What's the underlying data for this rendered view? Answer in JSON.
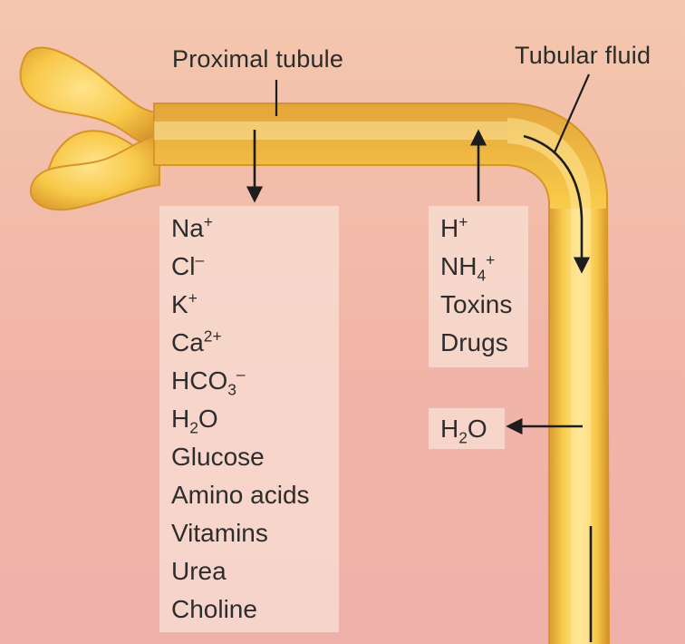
{
  "labels": {
    "proximal_tubule": "Proximal tubule",
    "tubular_fluid": "Tubular fluid"
  },
  "reabsorbed": [
    {
      "name": "sodium-ion",
      "parts": [
        {
          "t": "Na"
        },
        {
          "t": "+",
          "s": "sup"
        }
      ]
    },
    {
      "name": "chloride-ion",
      "parts": [
        {
          "t": "Cl"
        },
        {
          "t": "–",
          "s": "sup"
        }
      ]
    },
    {
      "name": "potassium-ion",
      "parts": [
        {
          "t": "K"
        },
        {
          "t": "+",
          "s": "sup"
        }
      ]
    },
    {
      "name": "calcium-ion",
      "parts": [
        {
          "t": "Ca"
        },
        {
          "t": "2+",
          "s": "sup"
        }
      ]
    },
    {
      "name": "bicarbonate-ion",
      "parts": [
        {
          "t": "HCO"
        },
        {
          "t": "3",
          "s": "sub"
        },
        {
          "t": "–",
          "s": "sup"
        }
      ]
    },
    {
      "name": "water",
      "parts": [
        {
          "t": "H"
        },
        {
          "t": "2",
          "s": "sub"
        },
        {
          "t": "O"
        }
      ]
    },
    {
      "name": "glucose",
      "parts": [
        {
          "t": "Glucose"
        }
      ]
    },
    {
      "name": "amino-acids",
      "parts": [
        {
          "t": "Amino acids"
        }
      ]
    },
    {
      "name": "vitamins",
      "parts": [
        {
          "t": "Vitamins"
        }
      ]
    },
    {
      "name": "urea",
      "parts": [
        {
          "t": "Urea"
        }
      ]
    },
    {
      "name": "choline",
      "parts": [
        {
          "t": "Choline"
        }
      ]
    }
  ],
  "secreted": [
    {
      "name": "hydrogen-ion",
      "parts": [
        {
          "t": "H"
        },
        {
          "t": "+",
          "s": "sup"
        }
      ]
    },
    {
      "name": "ammonium-ion",
      "parts": [
        {
          "t": "NH"
        },
        {
          "t": "4",
          "s": "sub"
        },
        {
          "t": "+",
          "s": "sup"
        }
      ]
    },
    {
      "name": "toxins",
      "parts": [
        {
          "t": "Toxins"
        }
      ]
    },
    {
      "name": "drugs",
      "parts": [
        {
          "t": "Drugs"
        }
      ]
    }
  ],
  "water_out": {
    "name": "water-out",
    "parts": [
      {
        "t": "H"
      },
      {
        "t": "2",
        "s": "sub"
      },
      {
        "t": "O"
      }
    ]
  },
  "colors": {
    "background_top": "#f4c7ae",
    "background_bottom": "#efb0aa",
    "tubule_fill": "#f8c94a",
    "tubule_highlight": "#ffe79a",
    "tubule_edge": "#d6942a",
    "panel": "#f9e2d8",
    "arrow": "#1d1d1d"
  }
}
